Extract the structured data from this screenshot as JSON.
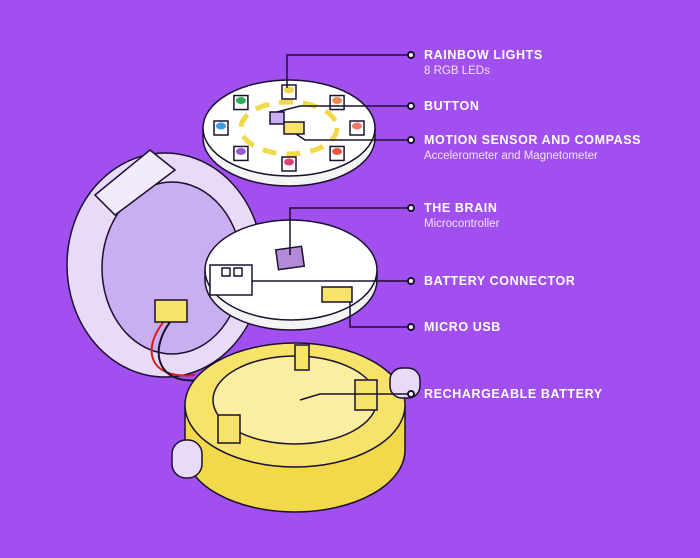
{
  "colors": {
    "background": "#a24ff0",
    "board": "#ffffff",
    "battery": "#f7e36a",
    "shell": "#e6d6f6",
    "line": "#1a1030"
  },
  "labels": [
    {
      "title": "RAINBOW LIGHTS",
      "subtitle": "8 RGB LEDs"
    },
    {
      "title": "BUTTON"
    },
    {
      "title": "MOTION SENSOR AND COMPASS",
      "subtitle": "Accelerometer and Magnetometer"
    },
    {
      "title": "THE BRAIN",
      "subtitle": "Microcontroller"
    },
    {
      "title": "BATTERY CONNECTOR"
    },
    {
      "title": "MICRO USB"
    },
    {
      "title": "RECHARGEABLE BATTERY"
    }
  ],
  "led_colors": [
    "#f3d54a",
    "#f08a4a",
    "#f07a6a",
    "#e85a3a",
    "#e0407a",
    "#9a5ad8",
    "#3aa0e0",
    "#2ab05a"
  ]
}
